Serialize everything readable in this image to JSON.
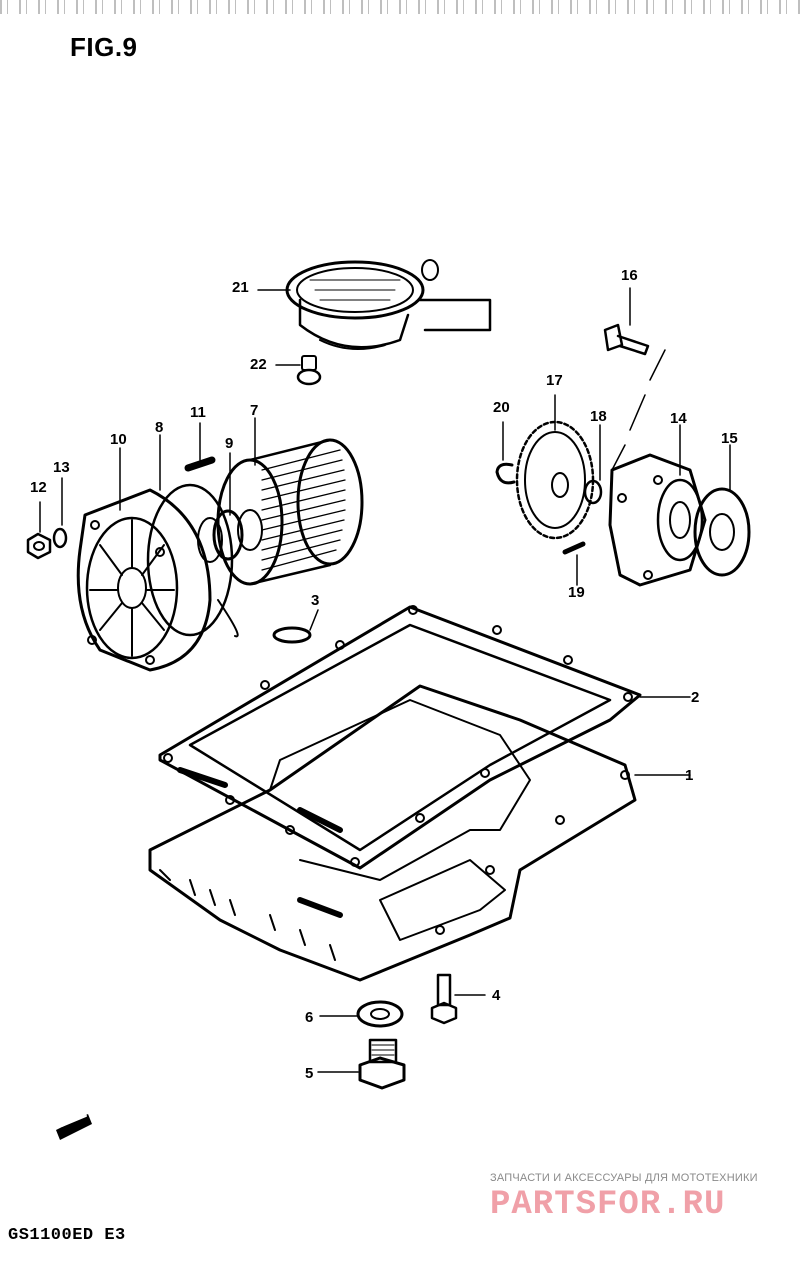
{
  "figure": {
    "title": "FIG.9",
    "model": "GS1100ED  E3"
  },
  "watermark": {
    "line1": "ЗАПЧАСТИ И АКСЕССУАРЫ ДЛЯ МОТОТЕХНИКИ",
    "line2": "PARTSFOR.RU"
  },
  "parts": [
    {
      "label": "1"
    },
    {
      "label": "2"
    },
    {
      "label": "3"
    },
    {
      "label": "4"
    },
    {
      "label": "5"
    },
    {
      "label": "6"
    },
    {
      "label": "7"
    },
    {
      "label": "8"
    },
    {
      "label": "9"
    },
    {
      "label": "10"
    },
    {
      "label": "11"
    },
    {
      "label": "12"
    },
    {
      "label": "13"
    },
    {
      "label": "14"
    },
    {
      "label": "15"
    },
    {
      "label": "16"
    },
    {
      "label": "17"
    },
    {
      "label": "18"
    },
    {
      "label": "19"
    },
    {
      "label": "20"
    },
    {
      "label": "21"
    },
    {
      "label": "22"
    }
  ],
  "colors": {
    "ink": "#000000",
    "background": "#ffffff",
    "watermark_red": "#f0a0a8",
    "watermark_grey": "#8a8a8a"
  }
}
